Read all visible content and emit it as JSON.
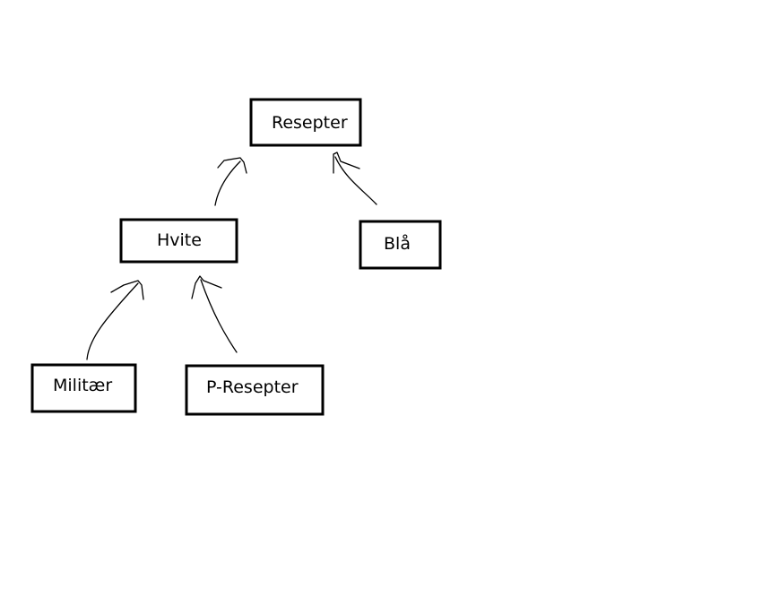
{
  "diagram": {
    "nodes": [
      {
        "id": "resepter",
        "label": "Resepter"
      },
      {
        "id": "hvite",
        "label": "Hvite"
      },
      {
        "id": "bla",
        "label": "Blå"
      },
      {
        "id": "militaer",
        "label": "Militær"
      },
      {
        "id": "p-resepter",
        "label": "P-Resepter"
      }
    ],
    "edges": [
      {
        "from": "hvite",
        "to": "resepter"
      },
      {
        "from": "bla",
        "to": "resepter"
      },
      {
        "from": "militaer",
        "to": "hvite"
      },
      {
        "from": "p-resepter",
        "to": "hvite"
      }
    ],
    "colors": {
      "background": "#ffffff",
      "stroke": "#000000",
      "text": "#000000"
    }
  }
}
